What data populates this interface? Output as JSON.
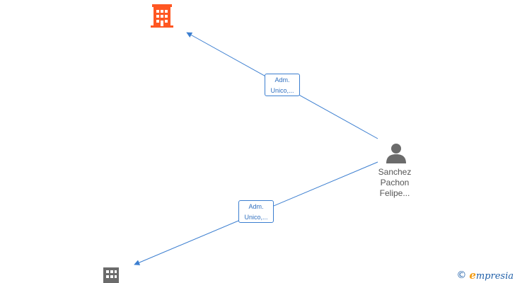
{
  "colors": {
    "edge": "#3b7ed0",
    "company_primary": "#ff5722",
    "company_secondary": "#6b6b6b",
    "person": "#6b6b6b"
  },
  "nodes": {
    "company_top": {
      "icon": "building-icon"
    },
    "company_bottom": {
      "icon": "building-icon"
    },
    "person": {
      "icon": "person-icon",
      "name_lines": [
        "Sanchez",
        "Pachon",
        "Felipe..."
      ]
    }
  },
  "edges": [
    {
      "from": "person",
      "to": "company_top",
      "label_lines": [
        "Adm.",
        "Unico,..."
      ]
    },
    {
      "from": "person",
      "to": "company_bottom",
      "label_lines": [
        "Adm.",
        "Unico,..."
      ]
    }
  ],
  "footer": {
    "copyright": "©",
    "brand_initial": "e",
    "brand_rest": "mpresia"
  }
}
